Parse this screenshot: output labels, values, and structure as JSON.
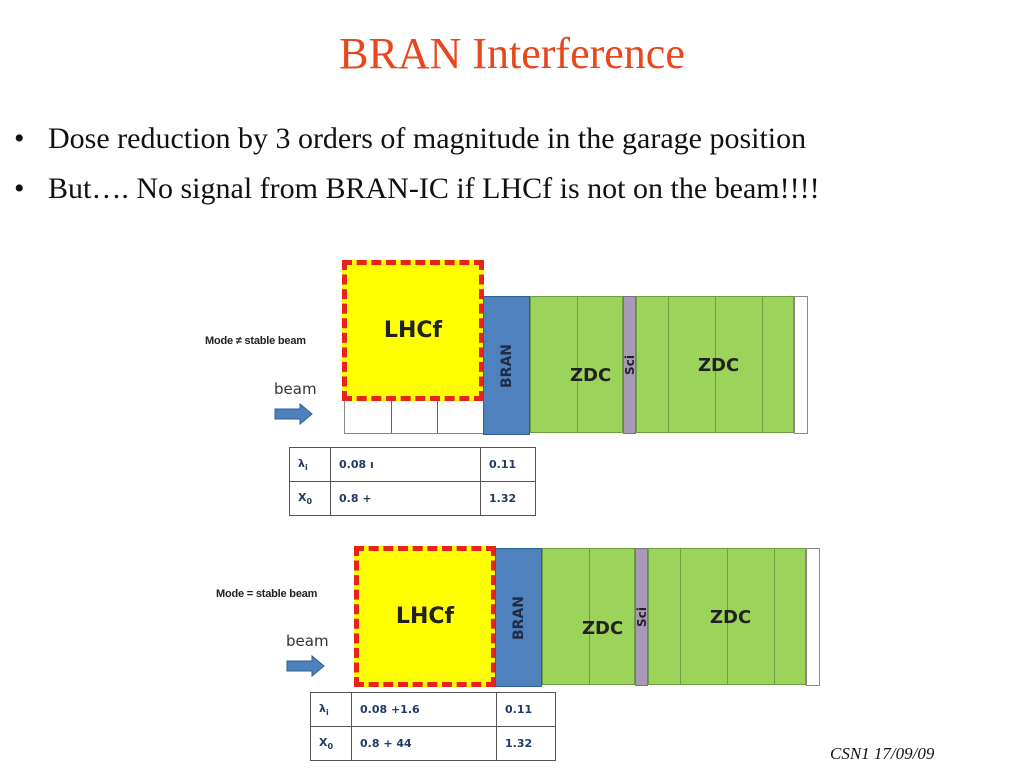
{
  "slide": {
    "title": "BRAN Interference",
    "bullets": [
      "Dose reduction by 3 orders of magnitude in the garage position",
      "But…. No signal from BRAN-IC if LHCf is not on the beam!!!!"
    ],
    "footer": "CSN1 17/09/09"
  },
  "diagram_top": {
    "mode_label": "Mode ≠ stable beam",
    "beam_label": "beam",
    "lhcf": "LHCf",
    "bran": "BRAN",
    "zdc_left": "ZDC",
    "sci": "Sci",
    "zdc_right": "ZDC",
    "table": [
      {
        "symbol": "λ",
        "sub": "i",
        "col1": "0.08 ı",
        "col2": "0.11"
      },
      {
        "symbol": "X",
        "sub": "0",
        "col1": "0.8 +",
        "col2": "1.32"
      }
    ]
  },
  "diagram_bottom": {
    "mode_label": "Mode = stable beam",
    "beam_label": "beam",
    "lhcf": "LHCf",
    "bran": "BRAN",
    "zdc_left": "ZDC",
    "sci": "Sci",
    "zdc_right": "ZDC",
    "table": [
      {
        "symbol": "λ",
        "sub": "i",
        "col1": "0.08 +1.6",
        "col2": "0.11"
      },
      {
        "symbol": "X",
        "sub": "0",
        "col1": "0.8 + 44",
        "col2": "1.32"
      }
    ]
  },
  "colors": {
    "title": "#e8461c",
    "lhcf_fill": "#ffff00",
    "lhcf_border": "#e8221c",
    "bran": "#4f81bd",
    "zdc": "#9bd35b",
    "sci": "#a899b8",
    "arrow": "#4f81bd"
  },
  "icons": {
    "beam_arrow": "right-arrow-icon"
  }
}
